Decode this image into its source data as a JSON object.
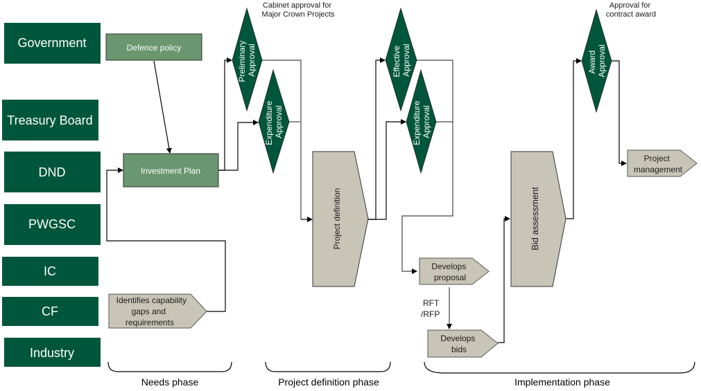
{
  "colors": {
    "actor_fill": "#00563a",
    "process_green": "#6a9670",
    "decision_fill": "#00563a",
    "grey_shape": "#c8c5b7",
    "line": "#000000"
  },
  "actors": [
    {
      "label": "Government"
    },
    {
      "label": "Treasury Board"
    },
    {
      "label": "DND"
    },
    {
      "label": "PWGSC"
    },
    {
      "label": "IC"
    },
    {
      "label": "CF"
    },
    {
      "label": "Industry"
    }
  ],
  "nodes": {
    "defence_policy": "Defence policy",
    "investment_plan": "Investment Plan",
    "identifies_gaps": [
      "Identifies capability",
      "gaps and",
      "requirements"
    ],
    "preliminary_approval": [
      "Preliminary",
      "Approval"
    ],
    "expenditure_approval_1": [
      "Expenditure",
      "Approval"
    ],
    "project_definition": "Project definition",
    "effective_approval": [
      "Effective",
      "Approval"
    ],
    "expenditure_approval_2": [
      "Expenditure",
      "Approval"
    ],
    "develops_proposal": [
      "Develops",
      "proposal"
    ],
    "develops_bids": [
      "Develops",
      "bids"
    ],
    "bid_assessment": "Bid assessment",
    "award_approval": [
      "Award",
      "Approval"
    ],
    "project_management": [
      "Project",
      "management"
    ]
  },
  "notes": {
    "cabinet": [
      "Cabinet approval for",
      "Major Crown Projects"
    ],
    "award": [
      "Approval for",
      "contract award"
    ],
    "rft": [
      "RFT",
      "/RFP"
    ]
  },
  "phases": [
    {
      "label": "Needs phase"
    },
    {
      "label": "Project definition phase"
    },
    {
      "label": "Implementation phase"
    }
  ]
}
